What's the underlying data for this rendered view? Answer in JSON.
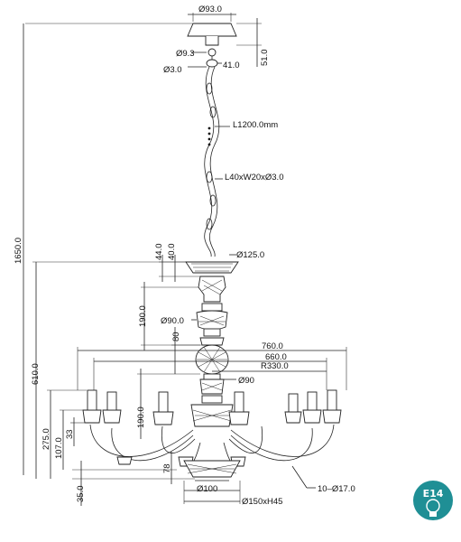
{
  "dimensions": {
    "canopy_diameter": "Ø93.0",
    "canopy_height": "51.0",
    "ring_diameter": "Ø9.3",
    "wire_diameter": "Ø3.0",
    "hook_height": "41.0",
    "chain_length": "L1200.0mm",
    "chain_link": "L40xW20xØ3.0",
    "top_cup_diameter": "Ø125.0",
    "top_gap_a": "44.0",
    "top_gap_b": "40.0",
    "upper_stem_height": "190.0",
    "knob_diameter": "Ø90.0",
    "mid_gap": "80",
    "overall_height": "1650.0",
    "width_outer": "760.0",
    "width_inner": "660.0",
    "radius": "R330.0",
    "inner_ring_diameter": "Ø90",
    "lower_stem_height": "190.0",
    "fixture_height": "610.0",
    "arm_height": "275.0",
    "candle_height": "107.0",
    "candle_top": "33",
    "bottom_gap": "78",
    "bottom_drop": "35.0",
    "base_diameter": "Ø100",
    "bottom_bowl": "Ø150xH45",
    "candle_cups": "10–Ø17.0"
  },
  "badge": {
    "label": "E14",
    "icon": "bulb-icon",
    "color": "#1f8f95"
  }
}
